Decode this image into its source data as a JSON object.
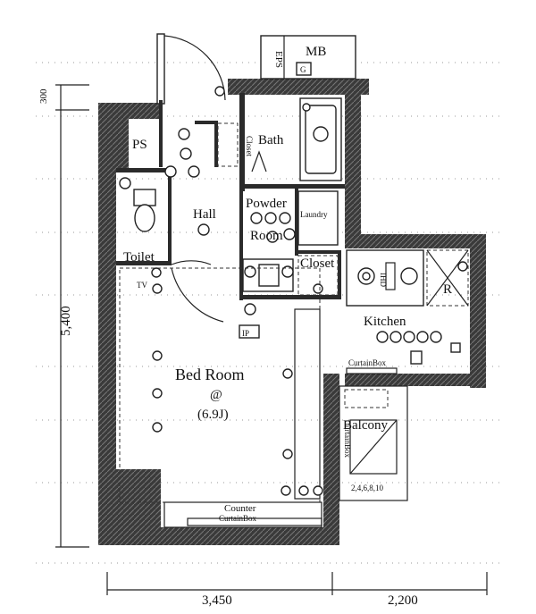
{
  "rooms": {
    "bedroom_name": "Bed Room",
    "bedroom_mark": "@",
    "bedroom_area": "(6.9J)",
    "hall": "Hall",
    "toilet": "Toilet",
    "bath": "Bath",
    "powder_room_1": "Powder",
    "powder_room_2": "Room",
    "laundry": "Laundry",
    "closet_entry": "Closet",
    "closet_main": "Closet",
    "kitchen": "Kitchen",
    "balcony": "Balcony",
    "balcony_note": "2,4,6,8,10"
  },
  "utilities": {
    "ps": "PS",
    "eps": "EPS",
    "mb": "MB",
    "g": "G",
    "tv": "TV",
    "ip": "IP",
    "r": "R",
    "ihd": "IHD"
  },
  "fixtures": {
    "counter": "Counter",
    "curtain_box_bottom": "CurtainBox",
    "curtain_box_kitchen": "CurtainBox",
    "curtain_box_side": "CurtainBox"
  },
  "dimensions": {
    "top_300": "300",
    "height_5400": "5,400",
    "width_3450": "3,450",
    "width_2200": "2,200"
  }
}
